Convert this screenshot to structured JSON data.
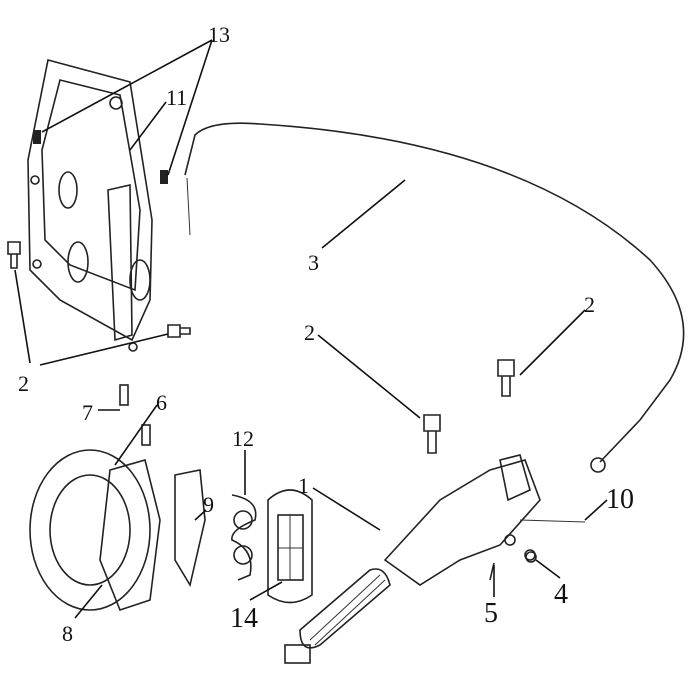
{
  "callouts": [
    {
      "id": "label-13",
      "text": "13"
    },
    {
      "id": "label-11",
      "text": "11"
    },
    {
      "id": "label-3",
      "text": "3"
    },
    {
      "id": "label-2a",
      "text": "2"
    },
    {
      "id": "label-2b",
      "text": "2"
    },
    {
      "id": "label-2c",
      "text": "2"
    },
    {
      "id": "label-7",
      "text": "7"
    },
    {
      "id": "label-6",
      "text": "6"
    },
    {
      "id": "label-9",
      "text": "9"
    },
    {
      "id": "label-12",
      "text": "12"
    },
    {
      "id": "label-1",
      "text": "1"
    },
    {
      "id": "label-10",
      "text": "10"
    },
    {
      "id": "label-8",
      "text": "8"
    },
    {
      "id": "label-14",
      "text": "14"
    },
    {
      "id": "label-5",
      "text": "5"
    },
    {
      "id": "label-4",
      "text": "4"
    }
  ]
}
